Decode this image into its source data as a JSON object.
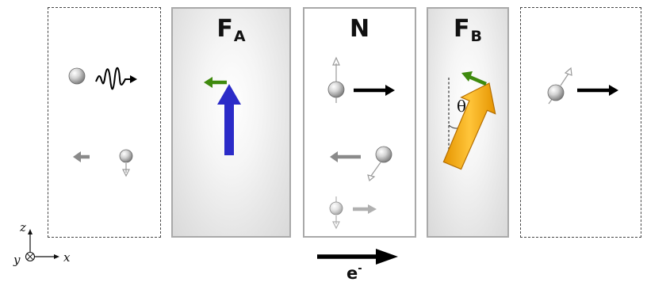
{
  "layers": {
    "fa": {
      "label": "F",
      "subscript": "A"
    },
    "n": {
      "label": "N"
    },
    "fb": {
      "label": "F",
      "subscript": "B"
    }
  },
  "angle_label": "θ",
  "electron_label": "e",
  "electron_superscript": "-",
  "axes": {
    "z": "z",
    "y": "y",
    "x": "x"
  },
  "colors": {
    "fa_magnetization": "#2b2bc8",
    "fb_magnetization": "#f5ab1f",
    "torque_arrow": "#3f8a0e",
    "electron_flow": "#000000",
    "reflected_arrow": "#8a8a8a",
    "panel_border": "#a9a9a9"
  }
}
